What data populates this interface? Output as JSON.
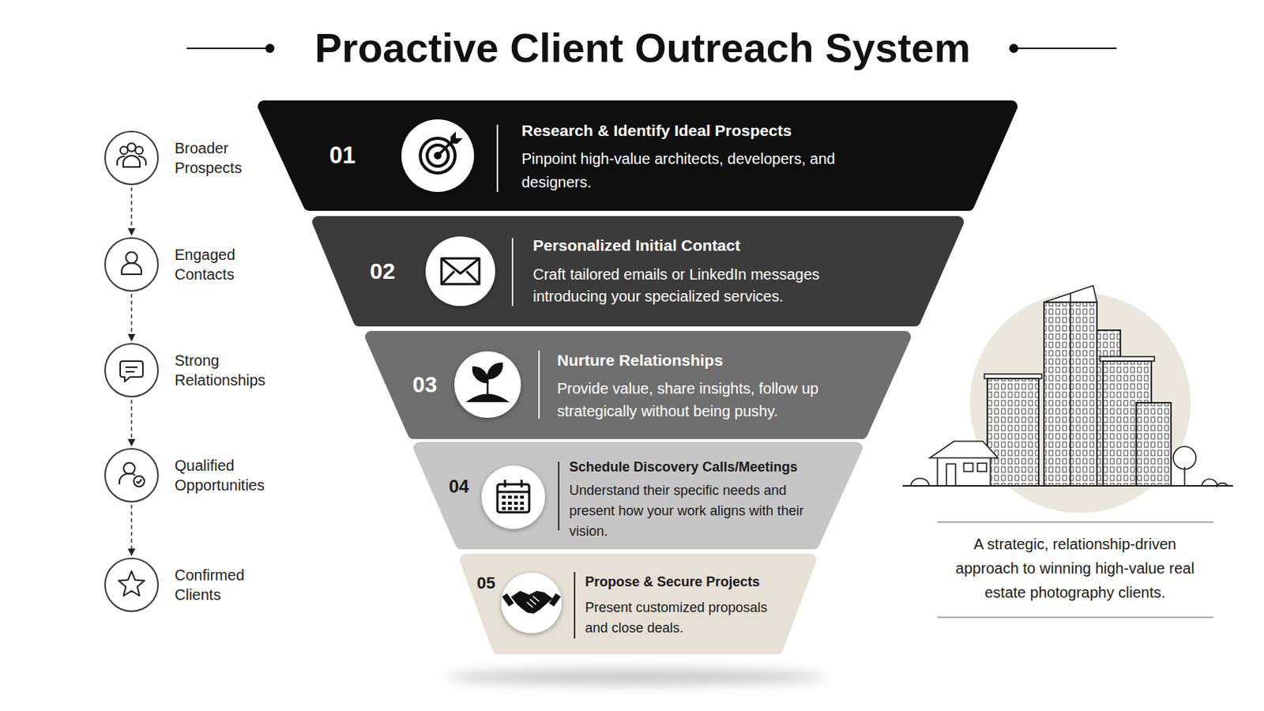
{
  "diagram": {
    "title": "Proactive Client Outreach System",
    "caption": "A strategic, relationship-driven approach to winning high-value real estate photography clients.",
    "nodes": [
      {
        "text": [
          "Broader Prospects"
        ]
      },
      {
        "text": [
          "Engaged Contacts"
        ]
      },
      {
        "text": [
          "Strong Relationships"
        ]
      },
      {
        "text": [
          "Qualified Opportunities"
        ]
      },
      {
        "text": [
          "Confirmed Clients"
        ]
      },
      {
        "text": [
          "01",
          "Research & Identify Ideal Prospects",
          "Pinpoint high-value architects, developers, and designers."
        ]
      },
      {
        "text": [
          "02",
          "Personalized Initial Contact",
          "Craft tailored emails or LinkedIn messages introducing your specialized services."
        ]
      },
      {
        "text": [
          "03",
          "Nurture Relationships",
          "Provide value, share insights, follow up strategically without being pushy."
        ]
      },
      {
        "text": [
          "04",
          "Schedule Discovery Calls/Meetings",
          "Understand their specific needs and present how your work aligns with their vision."
        ]
      },
      {
        "text": [
          "05",
          "Propose & Secure Projects",
          "Present customized proposals and close deals."
        ]
      }
    ],
    "edges": [
      {
        "from": 0,
        "to": 1,
        "arrow": "to"
      },
      {
        "from": 1,
        "to": 2,
        "arrow": "to"
      },
      {
        "from": 2,
        "to": 3,
        "arrow": "to"
      },
      {
        "from": 3,
        "to": 4,
        "arrow": "to"
      }
    ]
  }
}
